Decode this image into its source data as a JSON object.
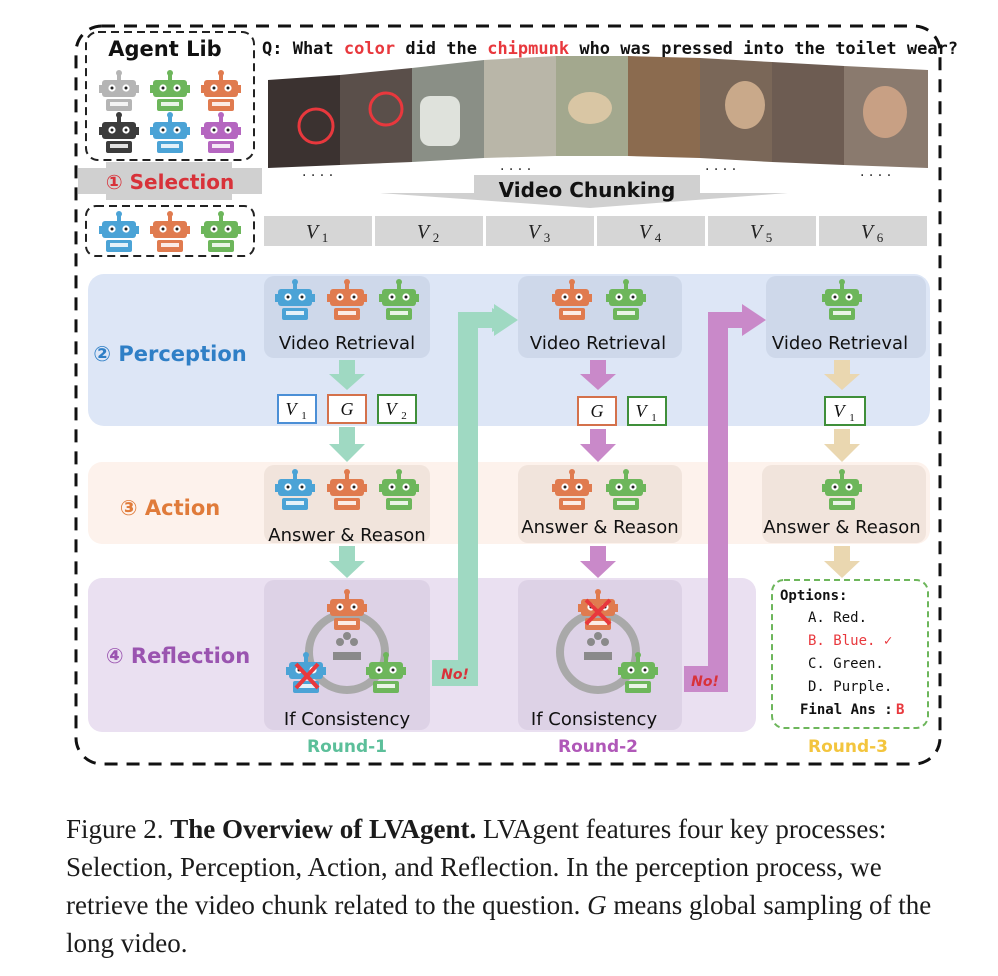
{
  "question": {
    "prefix": "Q: What ",
    "kw1": "color",
    "mid": " did the ",
    "kw2": "chipmunk",
    "suffix": " who was pressed into the toilet wear?"
  },
  "agent_lib_title": "Agent Lib",
  "stages": {
    "selection": "① Selection",
    "perception": "② Perception",
    "action": "③ Action",
    "reflection": "④ Reflection"
  },
  "video_chunking": "Video Chunking",
  "chunks": [
    "1",
    "2",
    "3",
    "4",
    "5",
    "6"
  ],
  "chunk_letter": "V",
  "global_label": "G",
  "module_labels": {
    "video_retrieval": "Video Retrieval",
    "answer_reason": "Answer & Reason",
    "if_consistency": "If Consistency"
  },
  "no_label": "No!",
  "rounds": [
    "Round-1",
    "Round-2",
    "Round-3"
  ],
  "options": {
    "title": "Options:",
    "items": [
      "A. Red.",
      "B. Blue. ✓",
      "C. Green.",
      "D. Purple."
    ],
    "final_label": "Final Ans :",
    "final_value": "B"
  },
  "caption": {
    "figure": "Figure 2.",
    "title": "The Overview of LVAgent.",
    "body1": " LVAgent features four key processes: Selection, Perception, Action, and Reflection. In the perception process, we retrieve the video chunk related to the question. ",
    "g": "G",
    "body2": " means global sampling of the long video."
  },
  "colors": {
    "perception_band": "#dde6f6",
    "action_band": "#fdf2ec",
    "reflection_band": "#eae0f1",
    "blue_agent": "#4ba3d6",
    "orange_agent": "#e07b4f",
    "green_agent": "#6db65b",
    "gray_agent": "#b5b5b5",
    "black_agent": "#3c3c3c",
    "purple_agent": "#b566c0",
    "arrow_green": "#9fd9c2",
    "arrow_purple": "#c989c9",
    "arrow_tan": "#ead7b0",
    "round1": "#5cbf9a",
    "round2": "#b058b8",
    "round3": "#f3c53e",
    "red": "#e8383d"
  }
}
